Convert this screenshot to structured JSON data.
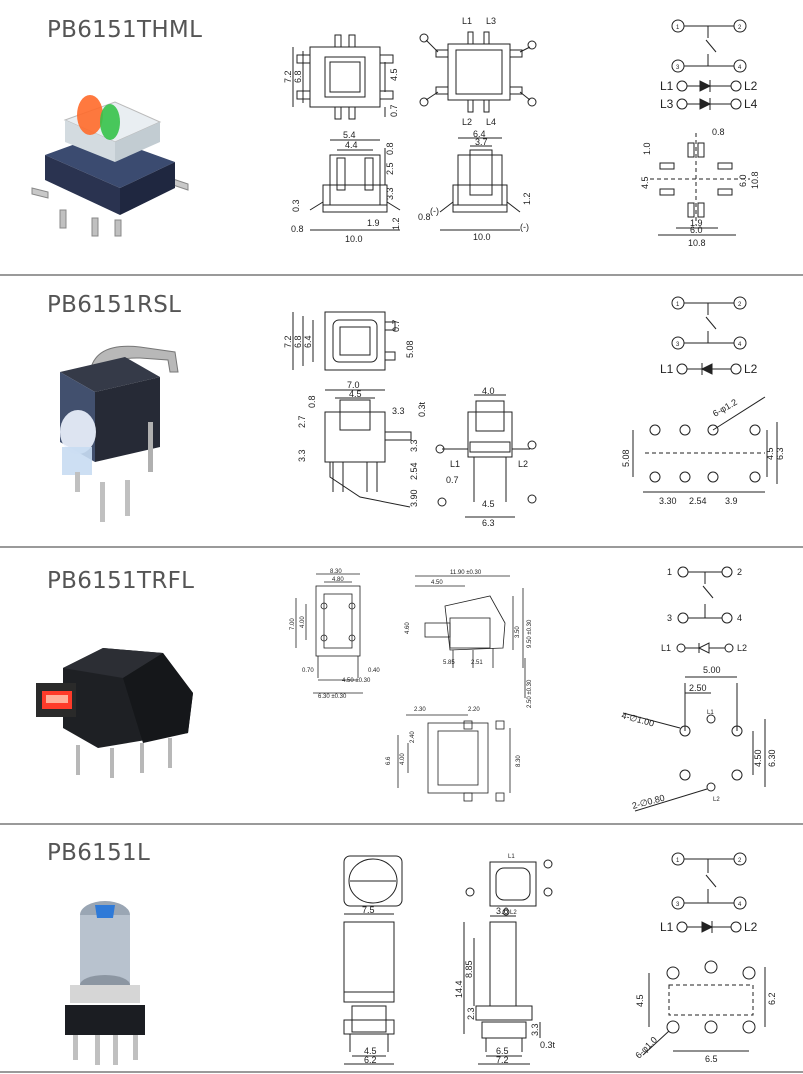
{
  "products": [
    {
      "name": "PB6151THML",
      "dims_top": [
        "7.2",
        "6.8",
        "4.5",
        "0.7"
      ],
      "pins_top": [
        "L1",
        "L3",
        "L2",
        "L4"
      ],
      "dims_side": [
        "5.4",
        "4.4",
        "0.8",
        "2.5",
        "3.3",
        "0.3",
        "1.9",
        "1.2",
        "0.8",
        "10.0"
      ],
      "dims_front": [
        "6.4",
        "3.7",
        "1.2",
        "0.8",
        "10.0",
        "(-)",
        "(-)"
      ],
      "schematic": {
        "n1": "1",
        "n2": "2",
        "n3": "3",
        "n4": "4",
        "l1": "L1",
        "l2": "L2",
        "l3": "L3",
        "l4": "L4"
      },
      "pcb": [
        "0.8",
        "1.0",
        "4.5",
        "6.0",
        "10.8",
        "1.9",
        "6.0",
        "10.8"
      ]
    },
    {
      "name": "PB6151RSL",
      "dims_top": [
        "7.2",
        "6.8",
        "6.4",
        "0.7",
        "5.08"
      ],
      "dims_side": [
        "7.0",
        "4.5",
        "0.8",
        "2.7",
        "3.3",
        "0.3t",
        "3.3",
        "3.3",
        "2.54",
        "3.90"
      ],
      "dims_front": [
        "4.0",
        "L1",
        "L2",
        "0.7",
        "4.5",
        "6.3"
      ],
      "schematic": {
        "n1": "1",
        "n2": "2",
        "n3": "3",
        "n4": "4",
        "l1": "L1",
        "l2": "L2"
      },
      "pcb": [
        "6-φ1.2",
        "5.08",
        "4.5",
        "6.3",
        "3.30",
        "2.54",
        "3.9"
      ]
    },
    {
      "name": "PB6151TRFL",
      "dims_top": [
        "8.30",
        "4.80",
        "7.00",
        "4.00",
        "0.70",
        "0.40",
        "4.50 ±0.30",
        "6.30 ±0.30"
      ],
      "dims_side": [
        "11.90 ±0.30",
        "4.50",
        "4.60",
        "3.50",
        "9.50 ±0.30",
        "5.85",
        "2.51",
        "2.50 ±0.30"
      ],
      "dims_bottom": [
        "2.30",
        "2.20",
        "2.40",
        "6.6",
        "4.00",
        "8.30"
      ],
      "schematic": {
        "n1": "1",
        "n2": "2",
        "n3": "3",
        "n4": "4",
        "l1": "L1",
        "l2": "L2"
      },
      "pcb": [
        "5.00",
        "2.50",
        "4-∅1.00",
        "L1",
        "4.50",
        "2-∅0.80",
        "L2",
        "6.30"
      ]
    },
    {
      "name": "PB6151L",
      "dims_side": [
        "7.5",
        "4.5",
        "6.2"
      ],
      "dims_front": [
        "3.6",
        "8.85",
        "14.4",
        "2.3",
        "3.3",
        "0.3t",
        "6.5",
        "7.2",
        "L1",
        "L2"
      ],
      "schematic": {
        "n1": "1",
        "n2": "2",
        "n3": "3",
        "n4": "4",
        "l1": "L1",
        "l2": "L2"
      },
      "pcb": [
        "4.5",
        "6.2",
        "6-φ1.0",
        "6.5"
      ]
    }
  ],
  "colors": {
    "line": "#222222",
    "title": "#555555",
    "separator": "#9a9a9a",
    "body": "#3a4a6a",
    "body_dark": "#1e2024",
    "white_key": "#e8eef2"
  }
}
